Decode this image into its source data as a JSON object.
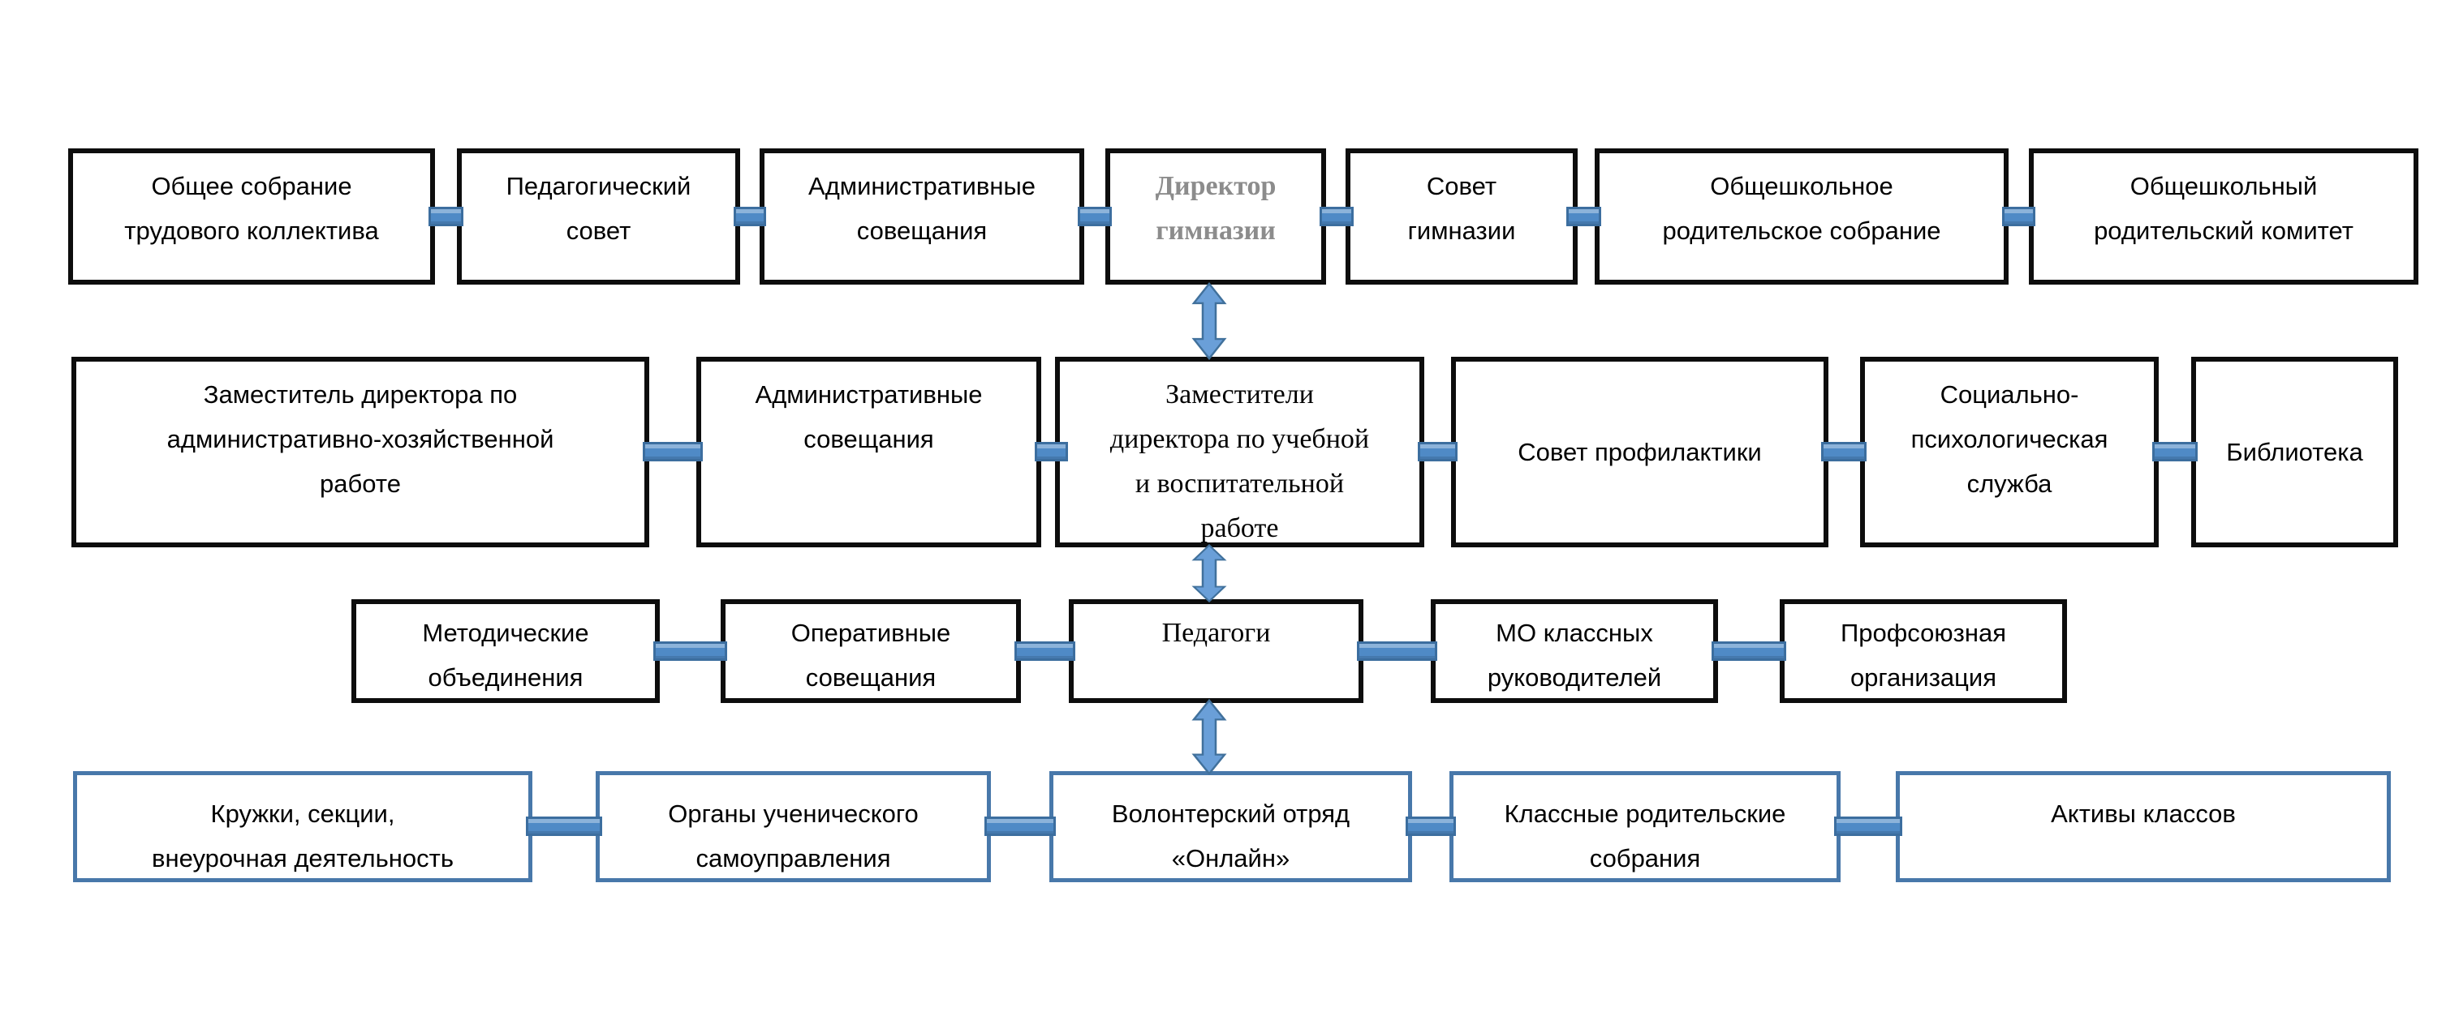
{
  "diagram": {
    "nodes": {
      "obshchee_sobranie": {
        "label": "Общее собрание\nтрудового коллектива"
      },
      "pedsovet": {
        "label": "Педагогический\nсовет"
      },
      "adm_soveshchaniya_1": {
        "label": "Административные\nсовещания"
      },
      "direktor": {
        "label": "Директор\nгимназии"
      },
      "sovet_gimnazii": {
        "label": "Совет\nгимназии"
      },
      "obshcheshkolnoe_sobranie": {
        "label": "Общешкольное\nродительское собрание"
      },
      "obshcheshkolnyi_komitet": {
        "label": "Общешкольный\nродительский комитет"
      },
      "zam_ahch": {
        "label": "Заместитель директора по\nадминистративно-хозяйственной\nработе"
      },
      "adm_soveshchaniya_2": {
        "label": "Административные\nсовещания"
      },
      "zam_uvr": {
        "label": "Заместители\nдиректора по учебной\nи воспитательной\nработе"
      },
      "sovet_profilaktiki": {
        "label": "Совет профилактики"
      },
      "sps": {
        "label": "Социально-\nпсихологическая\nслужба"
      },
      "biblioteka": {
        "label": "Библиотека"
      },
      "metod_obedineniya": {
        "label": "Методические\nобъединения"
      },
      "operativnye": {
        "label": "Оперативные\nсовещания"
      },
      "pedagogi": {
        "label": "Педагоги"
      },
      "mo_klassnyh": {
        "label": "МО классных\nруководителей"
      },
      "profsoyuz": {
        "label": "Профсоюзная\nорганизация"
      },
      "kruzhki": {
        "label": "Кружки, секции,\nвнеурочная деятельность"
      },
      "organy_samoupravleniya": {
        "label": "Органы ученического\nсамоуправления"
      },
      "volonterskiy": {
        "label": "Волонтерский отряд\n«Онлайн»"
      },
      "klassnye_sobraniya": {
        "label": "Классные родительские\nсобрания"
      },
      "aktivy": {
        "label": "Активы классов"
      }
    },
    "colors": {
      "background": "#ffffff",
      "box_border_black": "#0d0d0d",
      "box_border_blue": "#4878aa",
      "connector_fill": "#4f8ac6",
      "connector_border": "#3c6e9f",
      "arrow_fill": "#6a9fd8",
      "arrow_border": "#41719c",
      "director_text_gray": "#8c8c8c",
      "text_black": "#000000"
    }
  }
}
